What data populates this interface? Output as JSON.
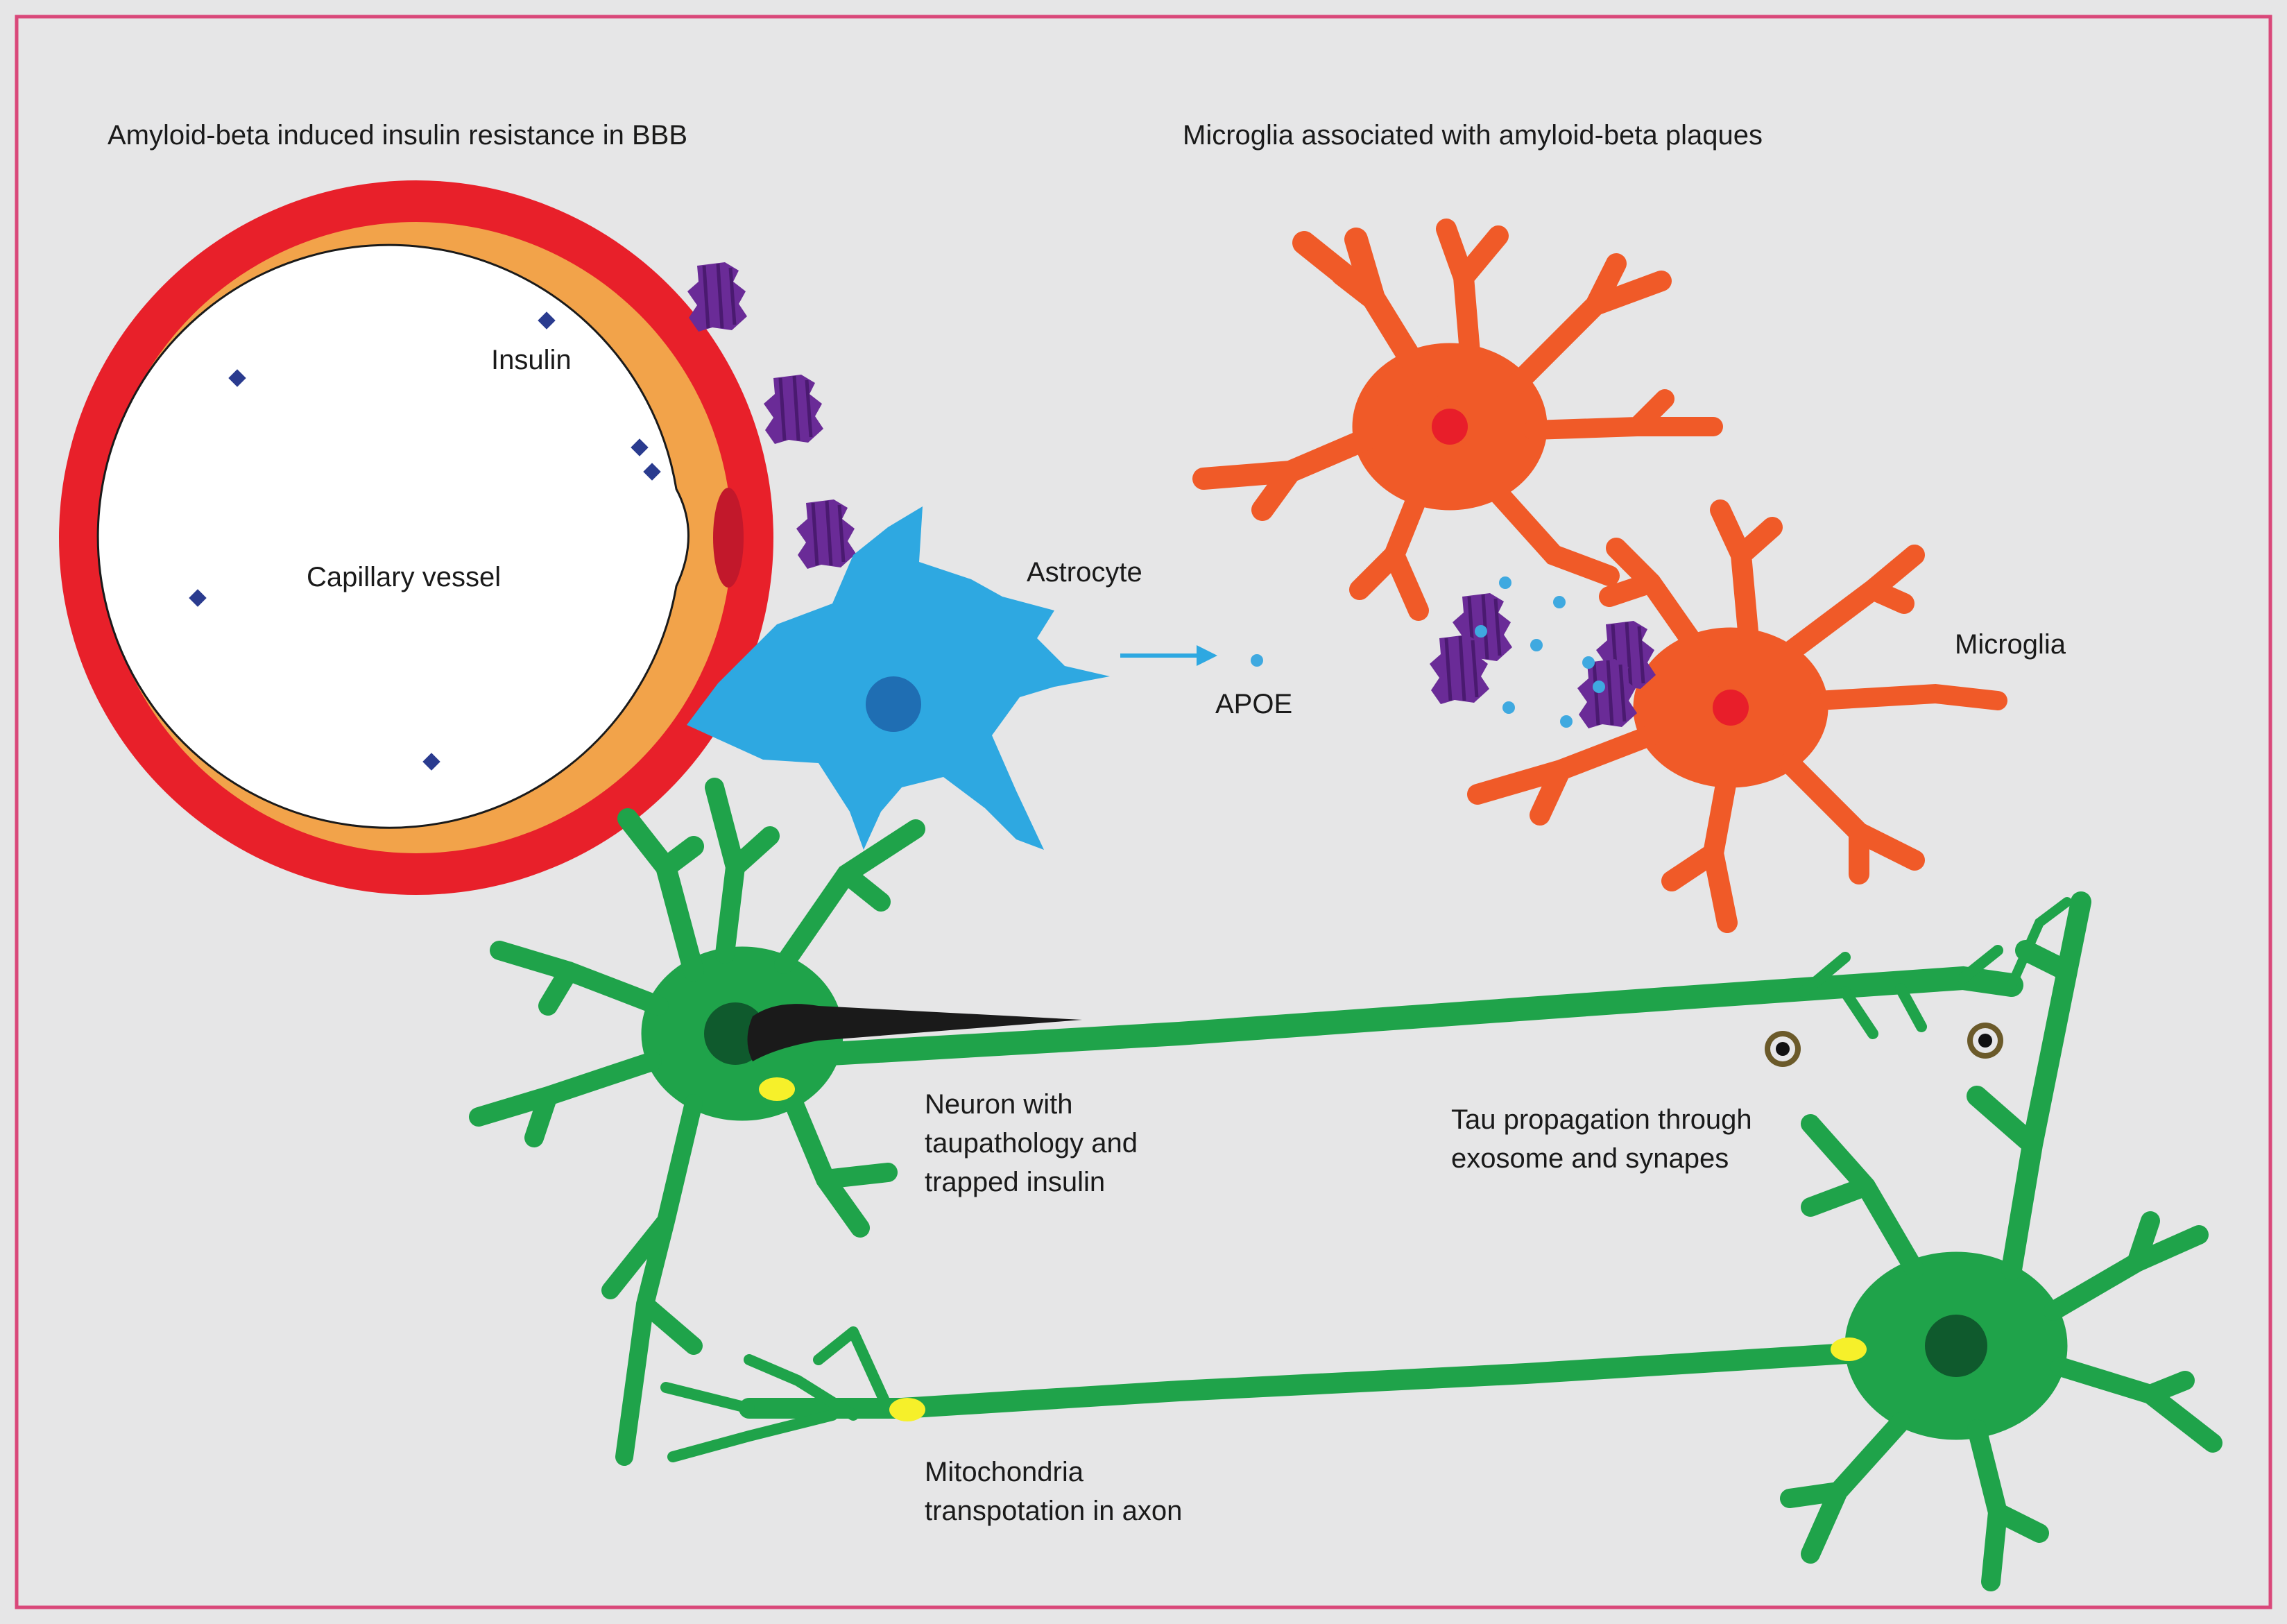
{
  "titles": {
    "left": "Amyloid-beta induced insulin resistance in BBB",
    "right": "Microglia associated with amyloid-beta plaques"
  },
  "labels": {
    "insulin": "Insulin",
    "capillary": "Capillary vessel",
    "astrocyte": "Astrocyte",
    "apoe": "APOE",
    "microglia": "Microglia",
    "neuron_line1": "Neuron with",
    "neuron_line2": "taupathology and",
    "neuron_line3": "trapped insulin",
    "tau_line1": "Tau propagation through",
    "tau_line2": "exosome and synapes",
    "mito_line1": "Mitochondria",
    "mito_line2": "transpotation in axon"
  },
  "colors": {
    "background": "#e6e6e7",
    "frame": "#d9487a",
    "vessel_outer": "#e8202a",
    "vessel_middle": "#f2a34a",
    "vessel_lumen": "#ffffff",
    "amyloid": "#6a2b97",
    "insulin": "#2a3b8f",
    "astrocyte": "#2ea8e1",
    "astrocyte_nucleus": "#1f6eb3",
    "apoe": "#3fa9e0",
    "microglia": "#f05a28",
    "microglia_nucleus": "#e81e2a",
    "neuron": "#1fa34a",
    "neuron_nucleus": "#0f5a2d",
    "tau": "#1a1a1a",
    "mitochondria": "#f6f02a",
    "exosome": "#6b5a2a"
  }
}
